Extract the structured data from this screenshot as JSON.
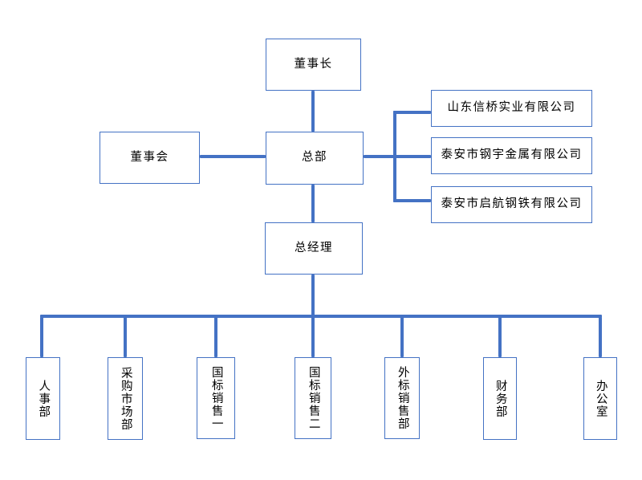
{
  "org": {
    "chairman": "董事长",
    "board": "董事会",
    "headquarters": "总部",
    "subsidiaries": [
      "山东信桥实业有限公司",
      "泰安市钢宇金属有限公司",
      "泰安市启航钢铁有限公司"
    ],
    "general_manager": "总经理",
    "departments": [
      "人事部",
      "采购市场部",
      "国标销售一",
      "国标销售二",
      "外标销售部",
      "财务部",
      "办公室"
    ],
    "colors": {
      "connector": "#4472C4",
      "box_border": "#4472C4",
      "text": "#000000",
      "background": "#FFFFFF"
    }
  }
}
